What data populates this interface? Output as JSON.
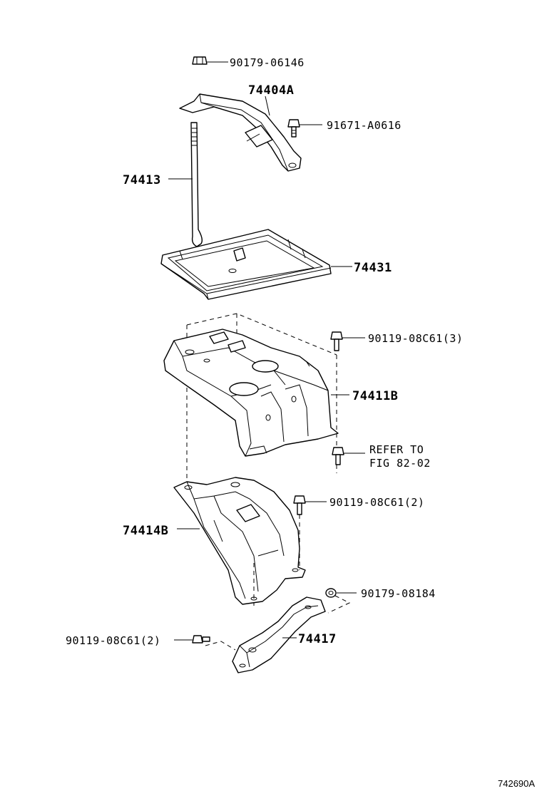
{
  "diagram": {
    "labels": {
      "l_90179_06146": "90179-06146",
      "l_74404a": "74404A",
      "l_91671_a0616": "91671-A0616",
      "l_74413": "74413",
      "l_74431": "74431",
      "l_90119_08c61_3": "90119-08C61(3)",
      "l_74411b": "74411B",
      "l_refer_to": "REFER TO",
      "l_fig_82_02": "FIG 82-02",
      "l_90119_08c61_2a": "90119-08C61(2)",
      "l_74414b": "74414B",
      "l_90179_08184": "90179-08184",
      "l_74417": "74417",
      "l_90119_08c61_2b": "90119-08C61(2)"
    },
    "figure_code": "742690A"
  }
}
